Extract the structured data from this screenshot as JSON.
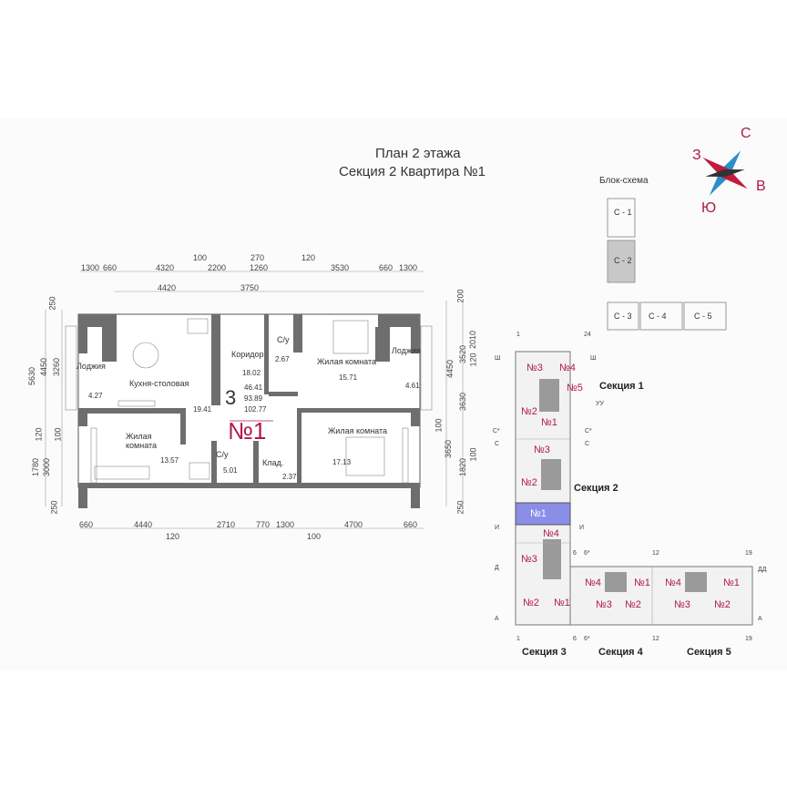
{
  "header": {
    "line1": "План 2 этажа",
    "line2": "Секция 2   Квартира №1"
  },
  "plan": {
    "rooms_count": "3",
    "apartment_no": "№1",
    "area_living": "46.41",
    "area_total": "93.89",
    "area_total_with_loggia": "102.77",
    "rooms": [
      {
        "name": "Лоджия",
        "area": "4.27"
      },
      {
        "name": "Кухня-столовая",
        "area": "19.41"
      },
      {
        "name": "Коридор",
        "area": "18.02"
      },
      {
        "name": "С/у",
        "area": "2.67"
      },
      {
        "name": "Жилая комната",
        "area": "15.71"
      },
      {
        "name": "Лоджия",
        "area": "4.61"
      },
      {
        "name": "Жилая\nкомната",
        "area": "13.57"
      },
      {
        "name": "С/у",
        "area": "5.01"
      },
      {
        "name": "Клад.",
        "area": "2.37"
      },
      {
        "name": "Жилая комната",
        "area": "17.13"
      }
    ],
    "dims_top_outer": [
      "1300",
      "660",
      "4320",
      "100",
      "2200",
      "270",
      "1260",
      "120",
      "3530",
      "660",
      "1300"
    ],
    "dims_top_inner": [
      "4420",
      "3750"
    ],
    "dims_bottom_inner": [
      "660",
      "4440",
      "2710",
      "770",
      "1300",
      "4700",
      "660"
    ],
    "dims_bottom_outer": [
      "120",
      "100"
    ],
    "dims_left": [
      "250",
      "5630",
      "4450",
      "3260",
      "120",
      "100",
      "1780",
      "3000",
      "250"
    ],
    "dims_right": [
      "200",
      "2010",
      "3520",
      "4450",
      "120",
      "3630",
      "100",
      "3650",
      "1820",
      "100",
      "250"
    ]
  },
  "blockscheme": {
    "title": "Блок-схема",
    "sections": [
      "С - 1",
      "С - 2",
      "С - 3",
      "С - 4",
      "С - 5"
    ]
  },
  "compass": {
    "n": "С",
    "s": "Ю",
    "w": "З",
    "e": "В"
  },
  "siteplan": {
    "section_labels": [
      "Секция 1",
      "Секция 2",
      "Секция 3",
      "Секция 4",
      "Секция 5"
    ],
    "units": {
      "s1": [
        "№3",
        "№4",
        "№5",
        "№2",
        "№1"
      ],
      "s2": [
        "№3",
        "№2",
        "№1"
      ],
      "s3": [
        "№4",
        "№3",
        "№2",
        "№1"
      ],
      "s4": [
        "№4",
        "№1",
        "№3",
        "№2"
      ],
      "s5": [
        "№4",
        "№1",
        "№3",
        "№2"
      ]
    },
    "axes": [
      "1",
      "24",
      "Ш",
      "УУ",
      "С*",
      "С",
      "И",
      "Д",
      "А",
      "6",
      "6*",
      "12",
      "19",
      "ДД"
    ]
  },
  "colors": {
    "accent": "#b0184c",
    "highlight": "#8a8ee8",
    "wall": "#6e6e6e"
  }
}
